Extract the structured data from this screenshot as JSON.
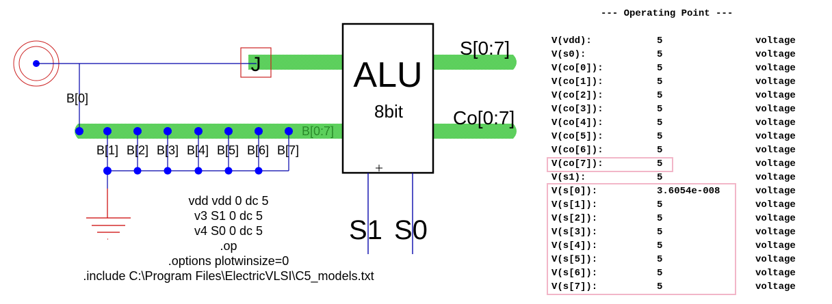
{
  "schematic": {
    "export_label": "J",
    "bus_in_label": "B[0:7]",
    "tap_top_label": "B[0]",
    "tap_labels": [
      "B[1]",
      "B[2]",
      "B[3]",
      "B[4]",
      "B[5]",
      "B[6]",
      "B[7]"
    ],
    "alu": {
      "title": "ALU",
      "subtitle": "8bit"
    },
    "outputs": {
      "sum_bus": "S[0:7]",
      "carry_bus": "Co[0:7]"
    },
    "select_inputs": {
      "s1": "S1",
      "s0": "S0"
    },
    "spice_code": [
      "vdd vdd 0 dc 5",
      "v3 S1 0 dc 5",
      "v4 S0 0 dc 5",
      ".op",
      ".options plotwinsize=0",
      ".include C:\\Program Files\\ElectricVLSI\\C5_models.txt"
    ],
    "colors": {
      "wire": "#0000cc",
      "bus": "#5cd65c",
      "ground": "#cc0000",
      "export_box": "#cc0000",
      "highlight": "#f2b6c8"
    }
  },
  "operating_point": {
    "title": "--- Operating Point ---",
    "rows": [
      {
        "name": "V(vdd):",
        "value": "5",
        "unit": "voltage"
      },
      {
        "name": "V(s0):",
        "value": "5",
        "unit": "voltage"
      },
      {
        "name": "V(co[0]):",
        "value": "5",
        "unit": "voltage"
      },
      {
        "name": "V(co[1]):",
        "value": "5",
        "unit": "voltage"
      },
      {
        "name": "V(co[2]):",
        "value": "5",
        "unit": "voltage"
      },
      {
        "name": "V(co[3]):",
        "value": "5",
        "unit": "voltage"
      },
      {
        "name": "V(co[4]):",
        "value": "5",
        "unit": "voltage"
      },
      {
        "name": "V(co[5]):",
        "value": "5",
        "unit": "voltage"
      },
      {
        "name": "V(co[6]):",
        "value": "5",
        "unit": "voltage"
      },
      {
        "name": "V(co[7]):",
        "value": "5",
        "unit": "voltage"
      },
      {
        "name": "V(s1):",
        "value": "5",
        "unit": "voltage"
      },
      {
        "name": "V(s[0]):",
        "value": "3.6054e-008",
        "unit": "voltage"
      },
      {
        "name": "V(s[1]):",
        "value": "5",
        "unit": "voltage"
      },
      {
        "name": "V(s[2]):",
        "value": "5",
        "unit": "voltage"
      },
      {
        "name": "V(s[3]):",
        "value": "5",
        "unit": "voltage"
      },
      {
        "name": "V(s[4]):",
        "value": "5",
        "unit": "voltage"
      },
      {
        "name": "V(s[5]):",
        "value": "5",
        "unit": "voltage"
      },
      {
        "name": "V(s[6]):",
        "value": "5",
        "unit": "voltage"
      },
      {
        "name": "V(s[7]):",
        "value": "5",
        "unit": "voltage"
      }
    ]
  }
}
